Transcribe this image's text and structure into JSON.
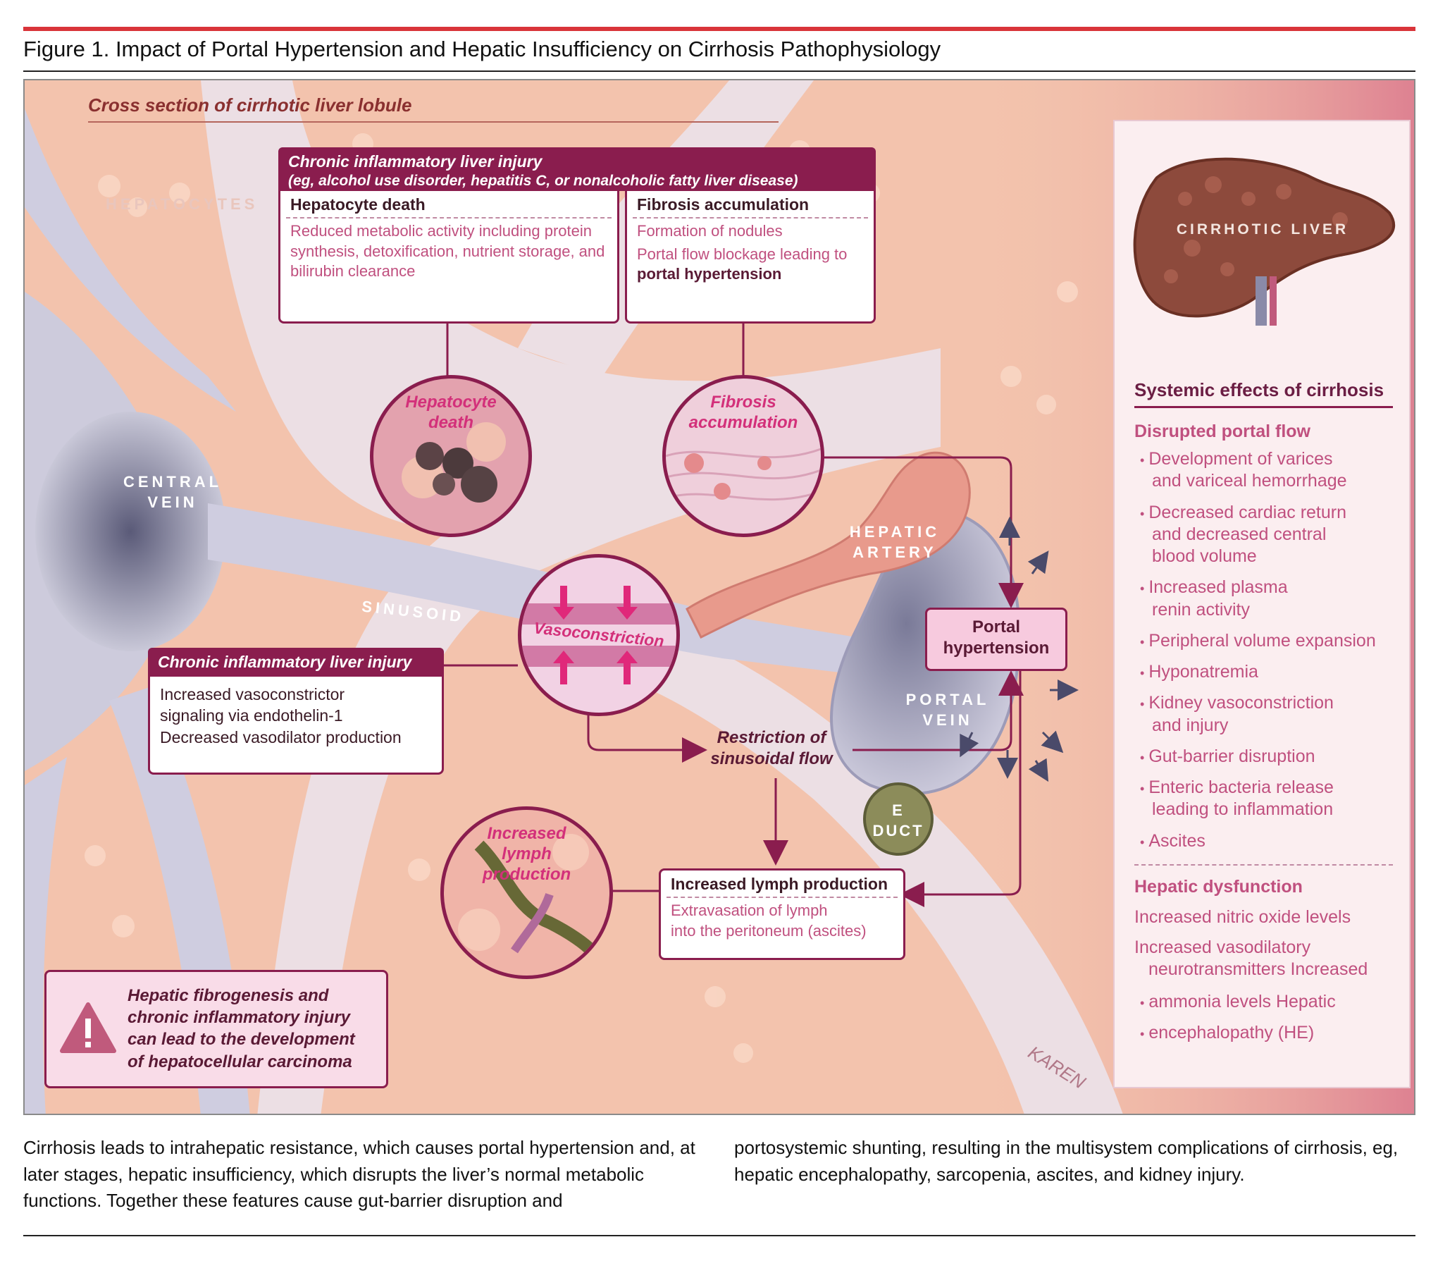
{
  "figure_title": "Figure 1. Impact of Portal Hypertension and Hepatic Insufficiency on Cirrhosis Pathophysiology",
  "cross_section_label": "Cross section of cirrhotic liver lobule",
  "tissue_labels": {
    "hepatocytes": "HEPATOCYTES",
    "central_vein_1": "CENTRAL",
    "central_vein_2": "VEIN",
    "sinusoid": "SINUSOID",
    "hepatic_artery_1": "HEPATIC",
    "hepatic_artery_2": "ARTERY",
    "portal_vein_1": "PORTAL",
    "portal_vein_2": "VEIN",
    "duct_1": "E",
    "duct_2": "DUCT",
    "signature": "KAREN"
  },
  "top_box": {
    "heading_1": "Chronic inflammatory liver injury",
    "heading_2": "(eg, alcohol use disorder, hepatitis C, or nonalcoholic fatty liver disease)",
    "left_title": "Hepatocyte death",
    "left_text": "Reduced metabolic activity including protein synthesis, detoxification, nutrient storage, and bilirubin clearance",
    "right_title": "Fibrosis accumulation",
    "right_text_1": "Formation of nodules",
    "right_text_2a": "Portal flow blockage leading to ",
    "right_text_2b": "portal hypertension"
  },
  "circles": {
    "hepatocyte_death_1": "Hepatocyte",
    "hepatocyte_death_2": "death",
    "fibrosis_1": "Fibrosis",
    "fibrosis_2": "accumulation",
    "vasoconstriction": "Vasoconstriction",
    "lymph_1": "Increased",
    "lymph_2": "lymph",
    "lymph_3": "production"
  },
  "left_box": {
    "heading": "Chronic inflammatory liver injury",
    "line_1": "Increased vasoconstrictor",
    "line_2": "signaling via endothelin-1",
    "line_3": "Decreased vasodilator production"
  },
  "portal_hypertension_1": "Portal",
  "portal_hypertension_2": "hypertension",
  "restriction_1": "Restriction of",
  "restriction_2": "sinusoidal flow",
  "lymph_box": {
    "title": "Increased lymph production",
    "text_1": "Extravasation of lymph",
    "text_2": "into the peritoneum (ascites)"
  },
  "warning": {
    "icon": "warning-triangle-icon",
    "line_1": "Hepatic fibrogenesis and",
    "line_2": "chronic inflammatory injury",
    "line_3": "can lead to the development",
    "line_4": "of hepatocellular carcinoma"
  },
  "sidebar": {
    "liver_label": "CIRRHOTIC LIVER",
    "heading": "Systemic effects of cirrhosis",
    "portal_heading": "Disrupted portal flow",
    "portal_items": [
      [
        "Development of varices",
        "and variceal hemorrhage"
      ],
      [
        "Decreased cardiac return",
        "and decreased central",
        "blood volume"
      ],
      [
        "Increased plasma",
        "renin activity"
      ],
      [
        "Peripheral volume expansion"
      ],
      [
        "Hyponatremia"
      ],
      [
        "Kidney vasoconstriction",
        "and injury"
      ],
      [
        "Gut-barrier disruption"
      ],
      [
        "Enteric bacteria release",
        "leading to inflammation"
      ],
      [
        "Ascites"
      ]
    ],
    "hepatic_heading": "Hepatic dysfunction",
    "hepatic_line_1": "Increased nitric oxide levels",
    "hepatic_line_2a": "Increased vasodilatory",
    "hepatic_line_2b": "neurotransmitters Increased",
    "hepatic_bullet_1": "ammonia levels Hepatic",
    "hepatic_bullet_2": "encephalopathy (HE)"
  },
  "caption": {
    "left": "Cirrhosis leads to intrahepatic resistance, which causes portal hypertension and, at later stages, hepatic insufficiency, which disrupts the liver’s normal metabolic functions. Together these features cause gut-barrier disruption and",
    "right": "portosystemic shunting, resulting in the multisystem complications of cirrhosis, eg, hepatic encephalopathy, sarcopenia, ascites, and kidney injury."
  },
  "colors": {
    "accent": "#8a1d4e",
    "text_pink": "#c0507f",
    "title_red_rule": "#d9343a"
  }
}
